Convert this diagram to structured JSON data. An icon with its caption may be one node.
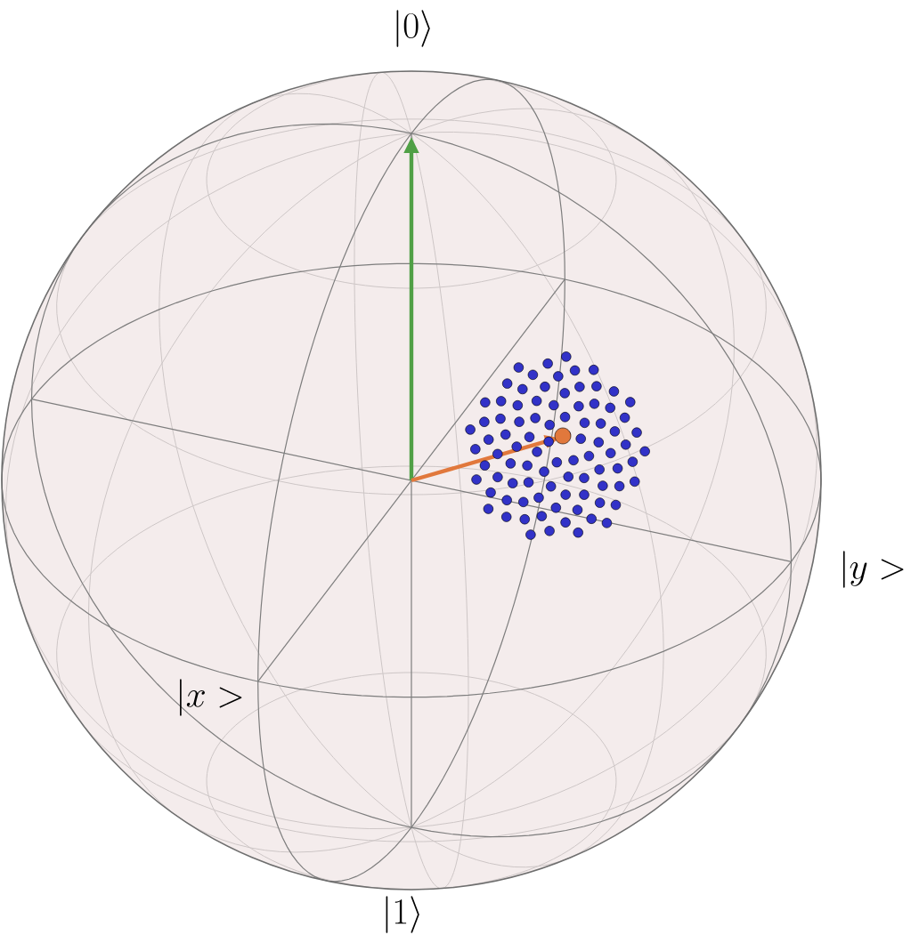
{
  "diagram": {
    "labels": [
      "|0\\rangle",
      "|1\\rangle",
      "|x >",
      "|y >"
    ]
  }
}
